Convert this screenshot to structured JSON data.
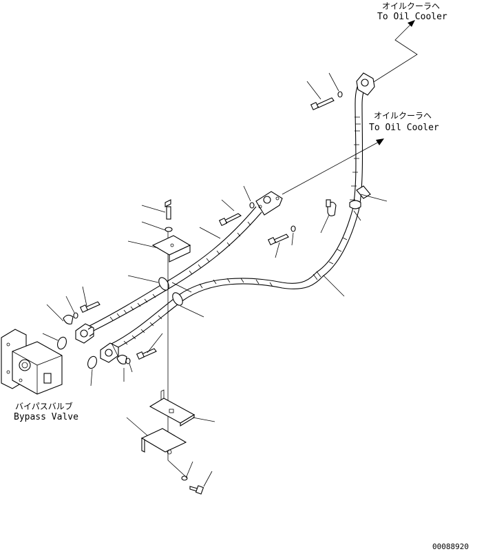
{
  "labels": {
    "to_oil_cooler_top_jp": "オイルクーラヘ",
    "to_oil_cooler_top_en": "To Oil Cooler",
    "to_oil_cooler_mid_jp": "オイルクーラヘ",
    "to_oil_cooler_mid_en": "To Oil Cooler",
    "bypass_valve_jp": "バイパスバルブ",
    "bypass_valve_en": "Bypass Valve",
    "drawing_number": "00088920"
  },
  "icons": [
    "bolt-icon",
    "washer-icon",
    "flange-clamp-icon",
    "o-ring-icon",
    "clip-icon",
    "bracket-icon"
  ]
}
